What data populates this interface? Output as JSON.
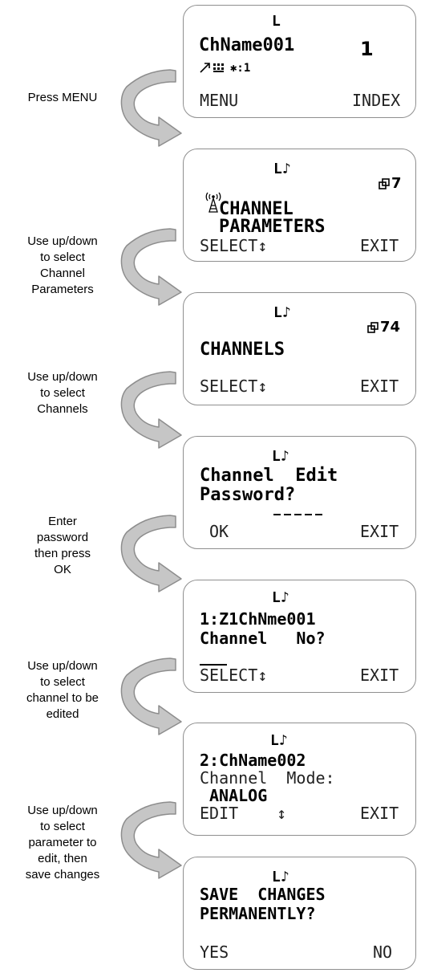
{
  "instructions": [
    {
      "lines": [
        "Press MENU"
      ]
    },
    {
      "lines": [
        "Use up/down",
        "to select",
        "Channel",
        "Parameters"
      ]
    },
    {
      "lines": [
        "Use up/down",
        "to select",
        "Channels"
      ]
    },
    {
      "lines": [
        "Enter",
        "password",
        "then press",
        "OK"
      ]
    },
    {
      "lines": [
        "Use up/down",
        "to select",
        "channel to be",
        "edited"
      ]
    },
    {
      "lines": [
        "Use up/down",
        "to select",
        "parameter to",
        "edit, then",
        "save changes"
      ]
    }
  ],
  "screens": {
    "s1": {
      "indicator": "L",
      "channel_name": "ChName001",
      "channel_number": "1",
      "scan_status": "✱:1",
      "softkey_left": "MENU",
      "softkey_right": "INDEX"
    },
    "s2": {
      "indicator": "L♪",
      "menu_number": "7",
      "title_line1": "CHANNEL",
      "title_line2": "PARAMETERS",
      "softkey_left": "SELECT↕",
      "softkey_right": "EXIT"
    },
    "s3": {
      "indicator": "L♪",
      "menu_number": "74",
      "title": "CHANNELS",
      "softkey_left": "SELECT↕",
      "softkey_right": "EXIT"
    },
    "s4": {
      "indicator": "L♪",
      "line1": "Channel  Edit",
      "line2": "Password?",
      "softkey_left": "OK",
      "softkey_right": "EXIT"
    },
    "s5": {
      "indicator": "L♪",
      "line1": "1:Z1ChNme001",
      "line2": "Channel   No?",
      "softkey_left": "SELECT↕",
      "softkey_right": "EXIT"
    },
    "s6": {
      "indicator": "L♪",
      "line1": "2:ChName002",
      "line2": "Channel  Mode:",
      "value": "ANALOG",
      "softkey_left": "EDIT",
      "softkey_mid": "↕",
      "softkey_right": "EXIT"
    },
    "s7": {
      "indicator": "L♪",
      "line1": "SAVE  CHANGES",
      "line2": "PERMANENTLY?",
      "softkey_left": "YES",
      "softkey_right": "NO"
    }
  }
}
